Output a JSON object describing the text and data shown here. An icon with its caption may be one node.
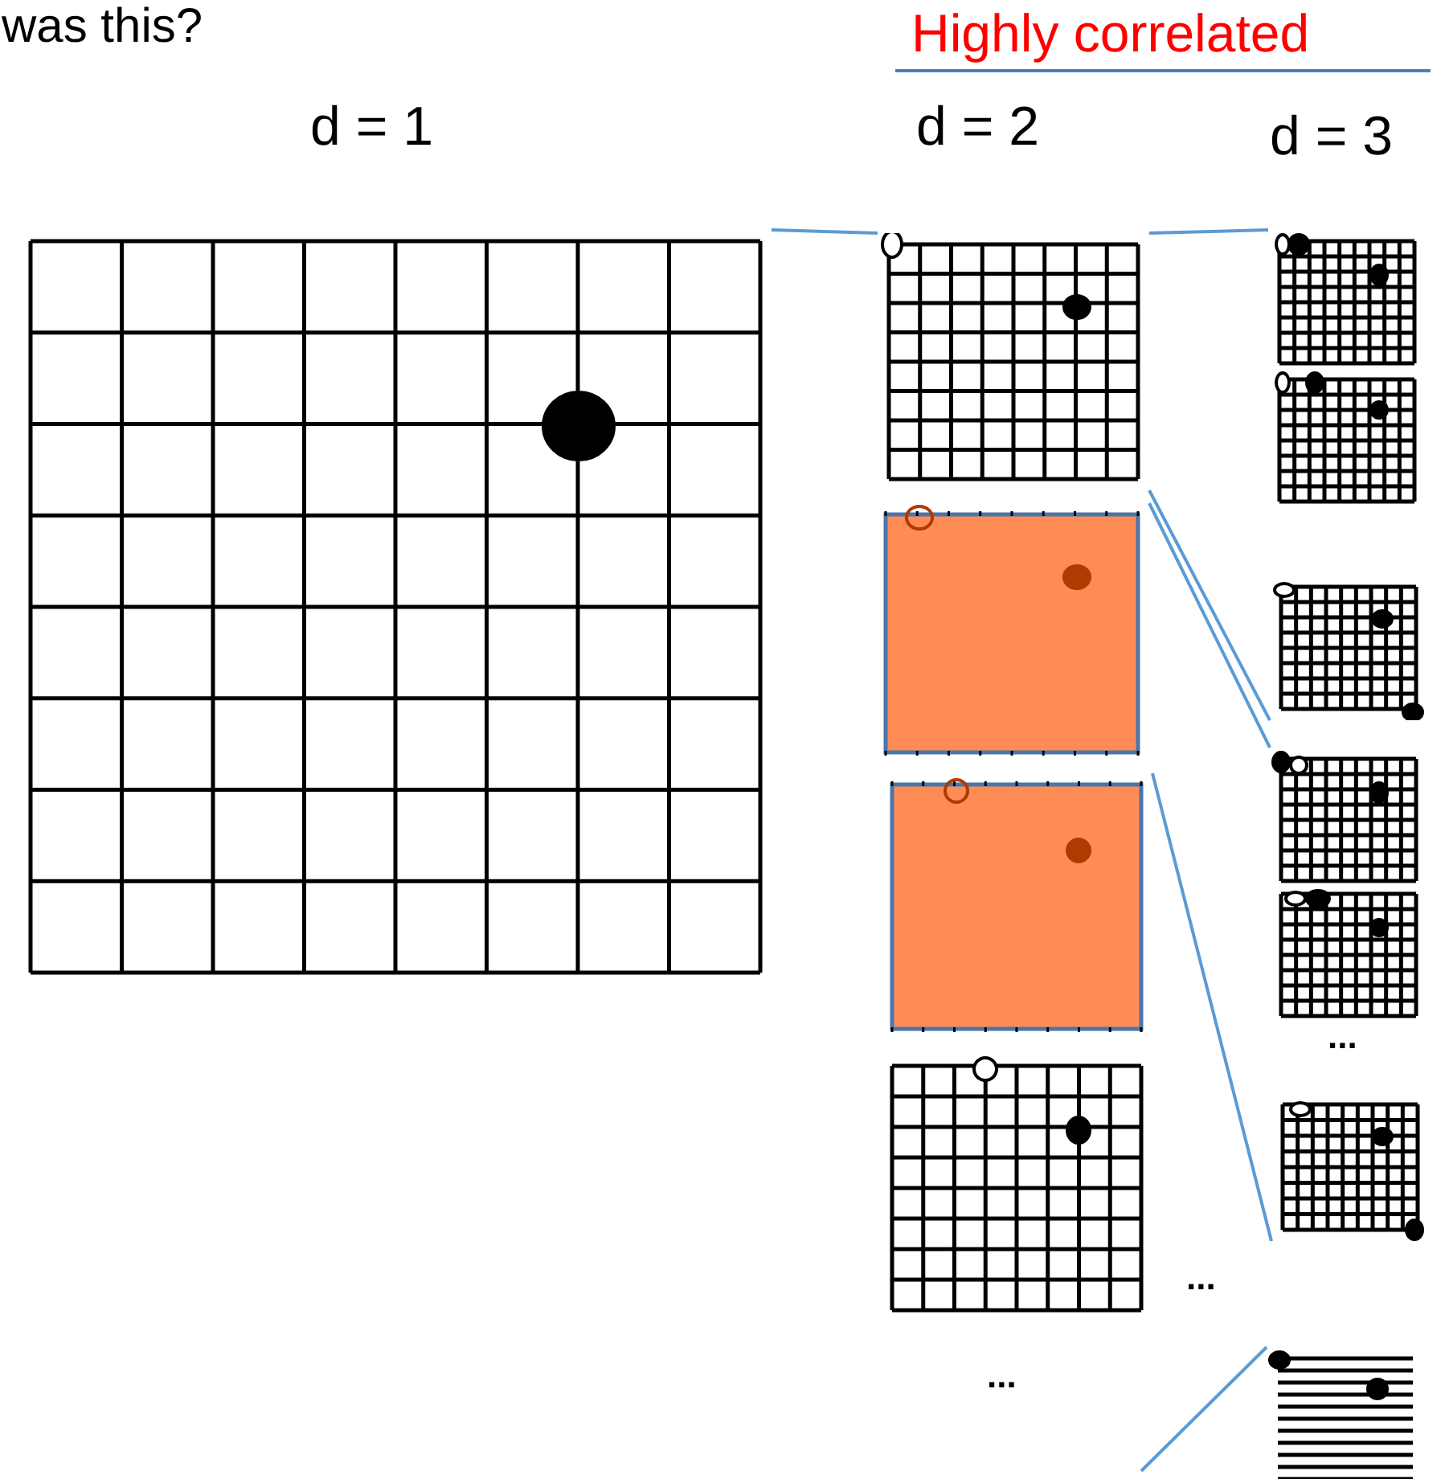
{
  "diagram": {
    "nodes": [
      {
        "text": [],
        "shape": "grid"
      },
      {
        "text": [],
        "shape": "grid"
      },
      {
        "text": [],
        "shape": "grid"
      },
      {
        "text": [],
        "shape": "grid"
      },
      {
        "text": [],
        "shape": "grid"
      },
      {
        "text": [],
        "shape": "grid"
      },
      {
        "text": [],
        "shape": "grid"
      },
      {
        "text": [],
        "shape": "grid"
      },
      {
        "text": [],
        "shape": "grid"
      },
      {
        "text": [],
        "shape": "grid"
      },
      {
        "text": [],
        "shape": "grid"
      },
      {
        "text": [],
        "shape": "grid"
      }
    ],
    "edges": [
      {
        "from": 0,
        "to": 1,
        "arrow": "none"
      },
      {
        "from": 1,
        "to": 5,
        "arrow": "none"
      },
      {
        "from": 1,
        "to": 7,
        "arrow": "none"
      },
      {
        "from": 2,
        "to": 8,
        "arrow": "none"
      },
      {
        "from": 3,
        "to": 10,
        "arrow": "none"
      },
      {
        "from": null,
        "to": 11,
        "arrow": "none"
      }
    ],
    "labels": [
      "was this?",
      "Highly correlated",
      "d = 1",
      "d = 2",
      "d = 3",
      "...",
      "...",
      "..."
    ]
  }
}
